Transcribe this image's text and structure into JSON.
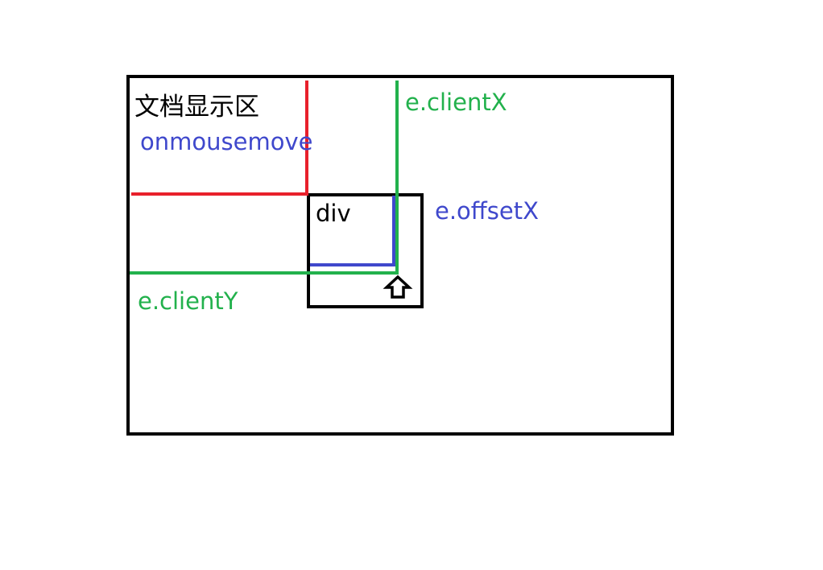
{
  "labels": {
    "document_area": "文档显示区",
    "event_name": "onmousemove",
    "client_x": "e.clientX",
    "client_y": "e.clientY",
    "offset_x": "e.offsetX",
    "div": "div"
  },
  "colors": {
    "frame": "#000000",
    "red_line": "#e8202b",
    "green_line": "#22b14c",
    "blue_line": "#3f48cc",
    "blue_text": "#3f48cc",
    "green_text": "#22b14c",
    "black_text": "#000000"
  },
  "icons": {
    "cursor": "arrow-up-outline-icon"
  }
}
